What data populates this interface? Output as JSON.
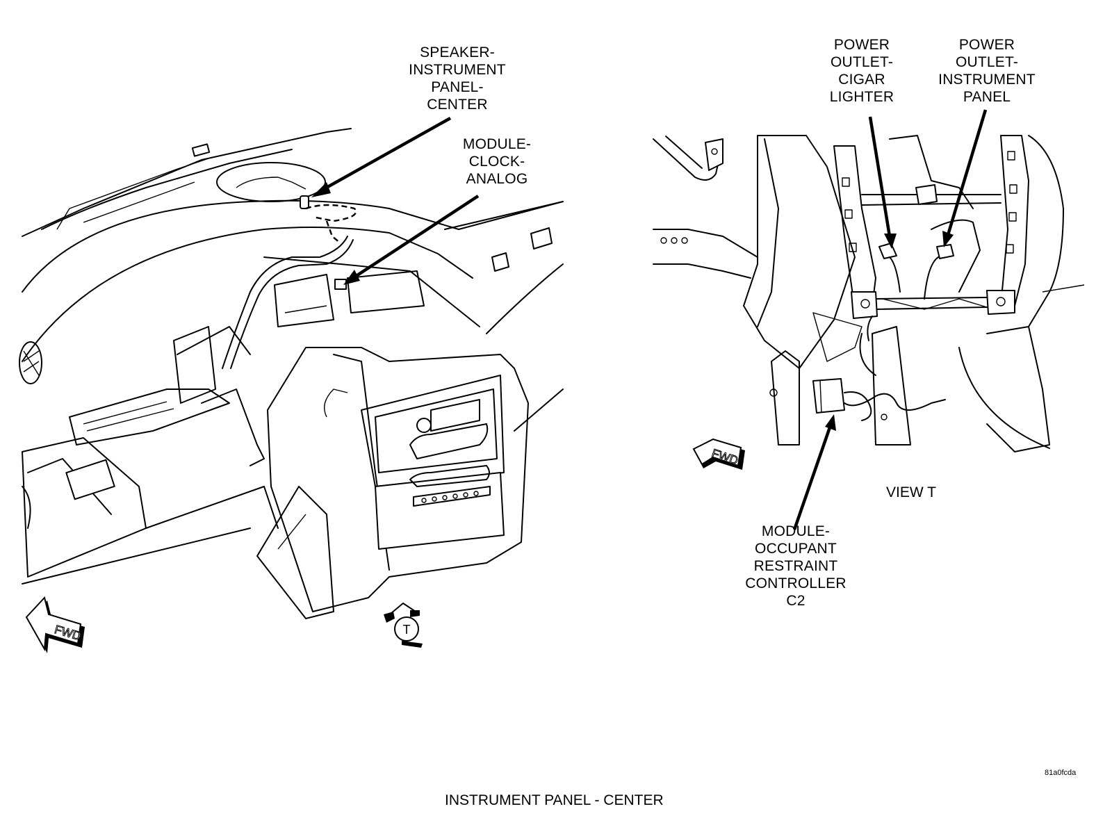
{
  "figure": {
    "title": "INSTRUMENT PANEL - CENTER",
    "reference_code": "81a0fcda",
    "view_label": "VIEW T"
  },
  "callouts": {
    "speaker": [
      "SPEAKER-",
      "INSTRUMENT",
      "PANEL-",
      "CENTER"
    ],
    "clock": [
      "MODULE-",
      "CLOCK-",
      "ANALOG"
    ],
    "cigar_lighter": [
      "POWER",
      "OUTLET-",
      "CIGAR",
      "LIGHTER"
    ],
    "power_outlet": [
      "POWER",
      "OUTLET-",
      "INSTRUMENT",
      "PANEL"
    ],
    "orc": [
      "MODULE-",
      "OCCUPANT",
      "RESTRAINT",
      "CONTROLLER",
      "C2"
    ]
  },
  "markers": {
    "fwd_left": "FWD",
    "fwd_right": "FWD",
    "view_marker": "T"
  }
}
